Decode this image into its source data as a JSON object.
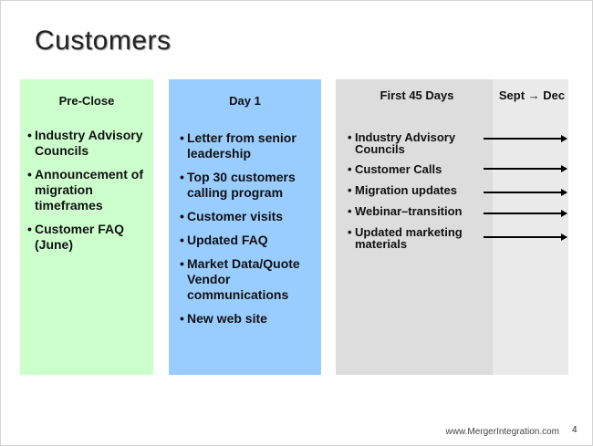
{
  "slide": {
    "title": "Customers",
    "footer_url": "www.MergerIntegration.com",
    "page_number": "4"
  },
  "columns": {
    "pre_close": {
      "header": "Pre-Close",
      "bullet": "•",
      "items": [
        "Industry Advisory Councils",
        "Announcement of migration timeframes",
        "Customer FAQ (June)"
      ]
    },
    "day1": {
      "header": "Day 1",
      "bullet": "•",
      "items": [
        "Letter from senior leadership",
        "Top 30 customers calling program",
        "Customer visits",
        "Updated FAQ",
        "Market Data/Quote Vendor communications",
        "New web site"
      ]
    },
    "first45": {
      "header": "First 45 Days",
      "bullet": "•",
      "items": [
        "Industry Advisory Councils",
        "Customer Calls",
        "Migration updates",
        "Webinar–transition",
        "Updated marketing materials"
      ]
    },
    "sept_dec": {
      "header": "Sept → Dec"
    }
  },
  "colors": {
    "pre_close_bg": "#ccffcc",
    "day1_bg": "#99ccff",
    "first45_bg": "#dddddd",
    "sept_bg": "#eaeaea"
  }
}
